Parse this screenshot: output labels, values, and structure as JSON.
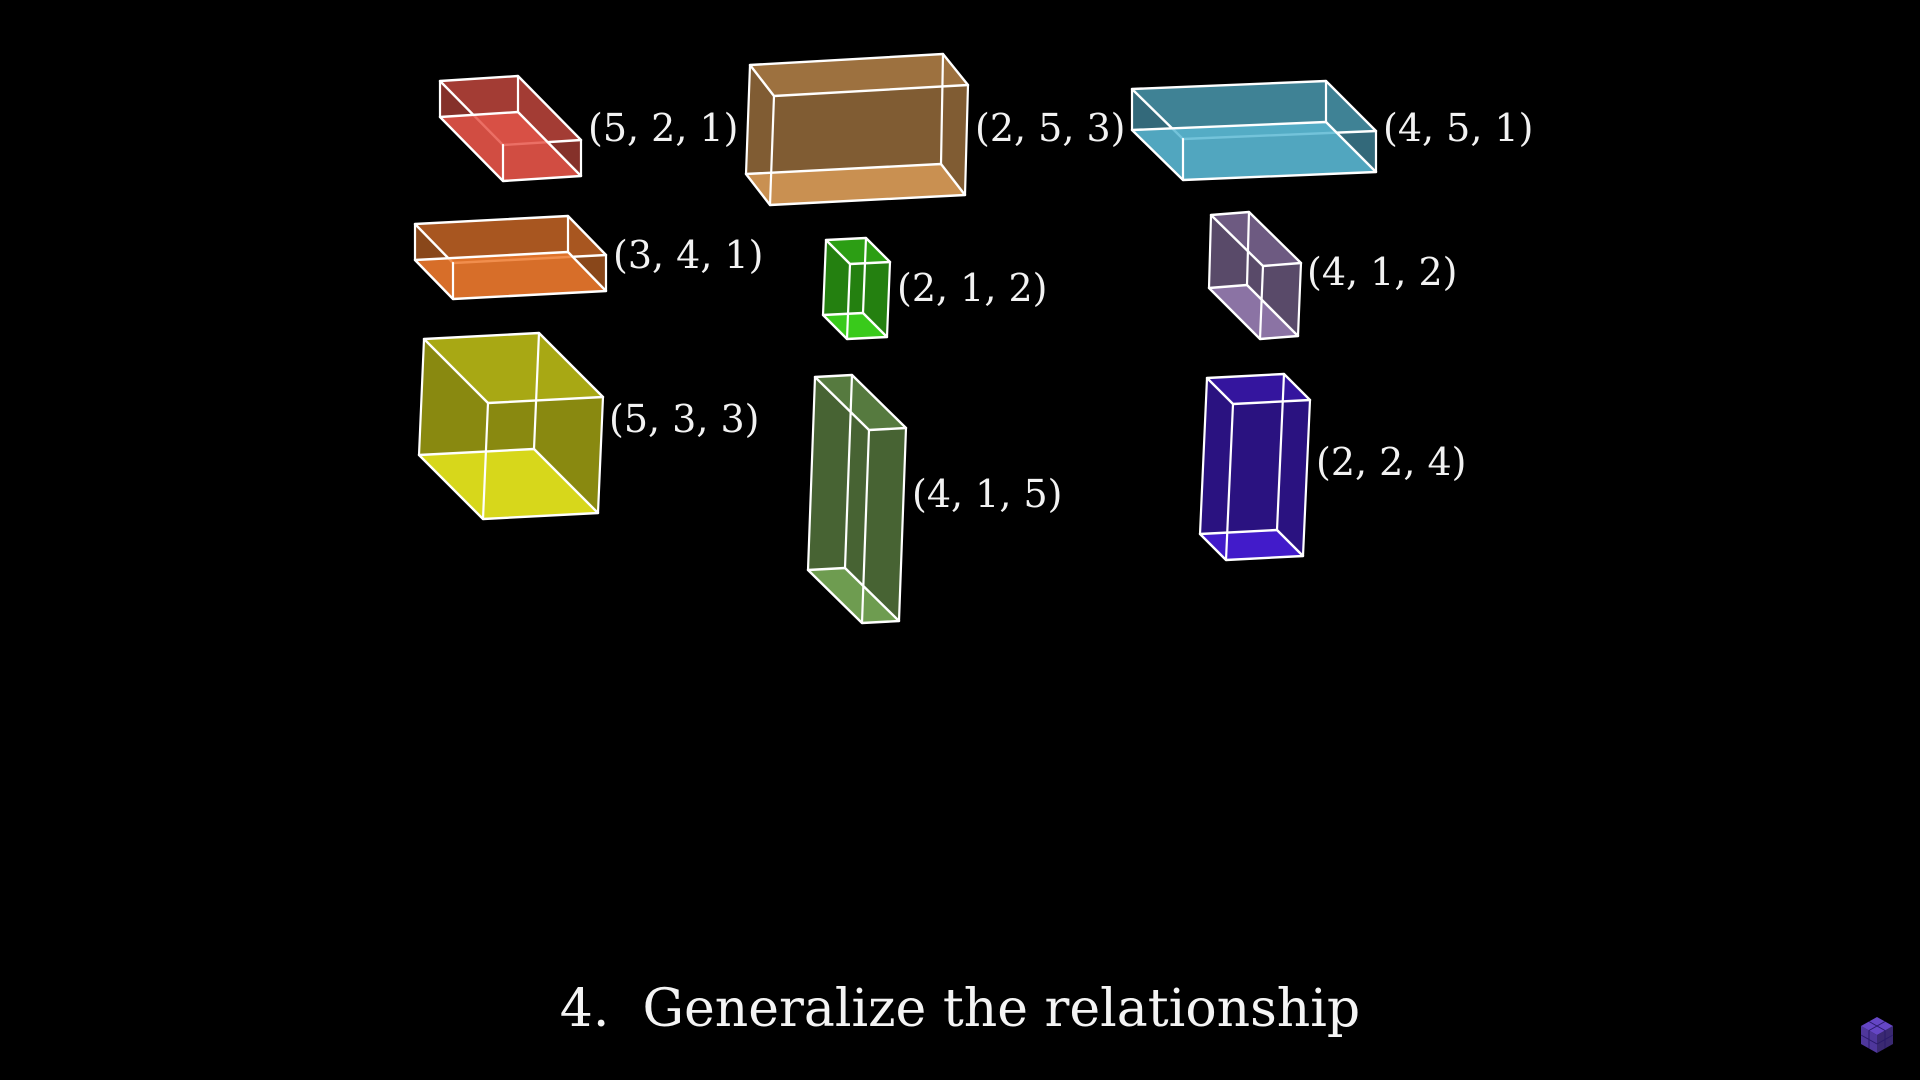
{
  "boxes": [
    {
      "label": "(5, 2, 1)",
      "color": "#e8564a"
    },
    {
      "label": "(2, 5, 3)",
      "color": "#dfa05a"
    },
    {
      "label": "(4, 5, 1)",
      "color": "#5ab8d3"
    },
    {
      "label": "(3, 4, 1)",
      "color": "#ee7a2e"
    },
    {
      "label": "(2, 1, 2)",
      "color": "#3fe01e"
    },
    {
      "label": "(4, 1, 2)",
      "color": "#9a80b6"
    },
    {
      "label": "(5, 3, 3)",
      "color": "#efef1e"
    },
    {
      "label": "(4, 1, 5)",
      "color": "#7aad59"
    },
    {
      "label": "(2, 2, 4)",
      "color": "#4a1fe0"
    }
  ],
  "caption": "4.  Generalize the relationship",
  "logo": {
    "icon": "cube-logo-icon",
    "color": "#6a4ad0"
  }
}
